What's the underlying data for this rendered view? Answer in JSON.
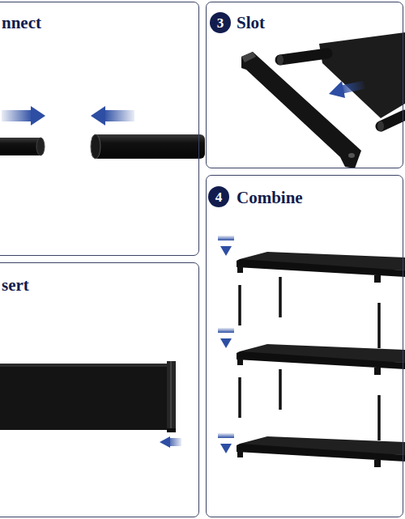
{
  "diagram": {
    "nodes": [
      {
        "text": [
          "nnect"
        ]
      },
      {
        "text": [
          "Slot"
        ]
      },
      {
        "text": [
          "3"
        ],
        "in": 1
      },
      {
        "text": [
          "sert"
        ]
      },
      {
        "text": [
          "Combine"
        ]
      },
      {
        "text": [
          "4"
        ],
        "in": 4
      }
    ]
  }
}
